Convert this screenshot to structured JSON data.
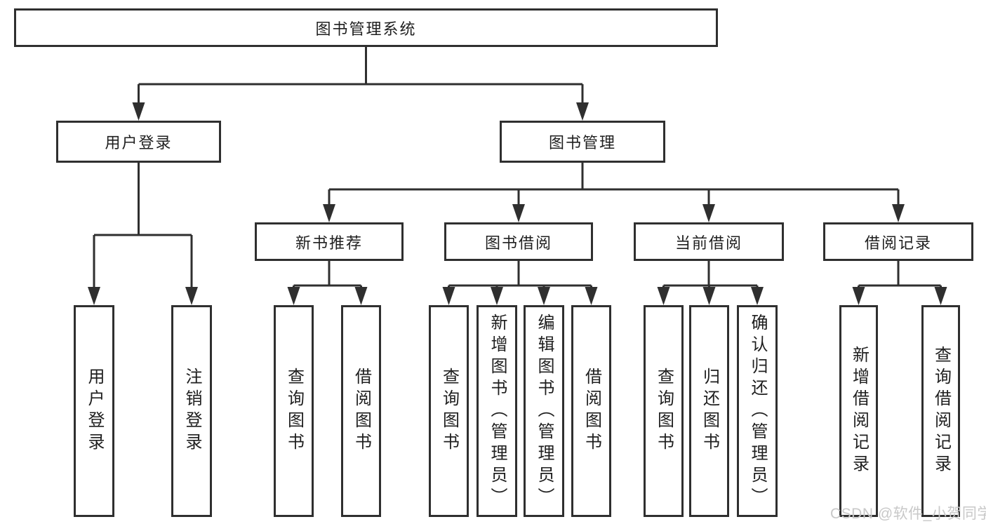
{
  "tree": {
    "root": {
      "label": "图书管理系统"
    },
    "branches": [
      {
        "label": "用户登录",
        "children": [
          {
            "label": "用户登录"
          },
          {
            "label": "注销登录"
          }
        ]
      },
      {
        "label": "图书管理",
        "children": [
          {
            "label": "新书推荐",
            "children": [
              {
                "label": "查询图书"
              },
              {
                "label": "借阅图书"
              }
            ]
          },
          {
            "label": "图书借阅",
            "children": [
              {
                "label": "查询图书"
              },
              {
                "label": "新增图书（管理员）"
              },
              {
                "label": "编辑图书（管理员）"
              },
              {
                "label": "借阅图书"
              }
            ]
          },
          {
            "label": "当前借阅",
            "children": [
              {
                "label": "查询图书"
              },
              {
                "label": "归还图书"
              },
              {
                "label": "确认归还（管理员）"
              }
            ]
          },
          {
            "label": "借阅记录",
            "children": [
              {
                "label": "新增借阅记录"
              },
              {
                "label": "查询借阅记录"
              }
            ]
          }
        ]
      }
    ]
  },
  "colors": {
    "line": "#2f2f2f",
    "text": "#1f1f1f",
    "background": "#ffffff",
    "watermark": "#c8c8c8"
  },
  "watermark": {
    "text": "CSDN @软件_小贺同学"
  }
}
